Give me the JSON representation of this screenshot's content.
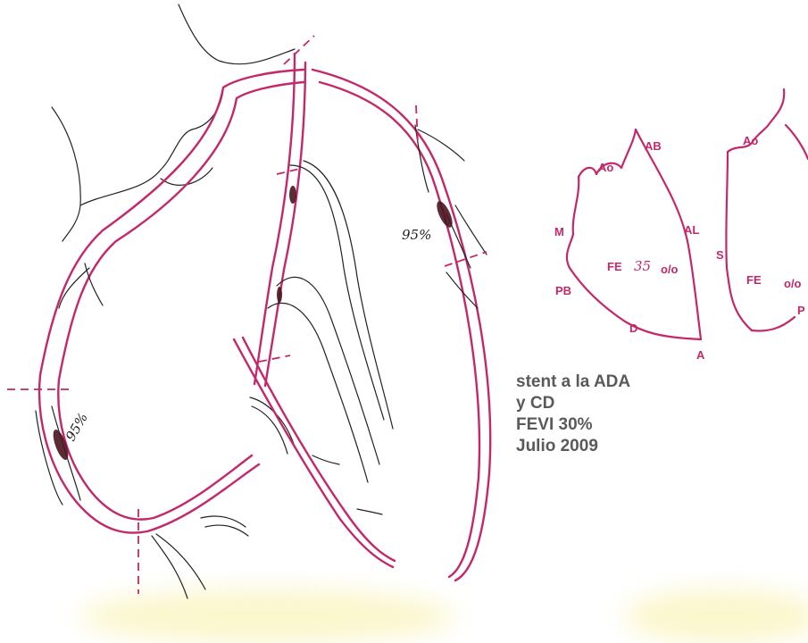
{
  "colors": {
    "vessel": "#c3286a",
    "note_text": "#5a5a5a",
    "ink": "#222222"
  },
  "lesions": [
    {
      "id": "lesion-rca",
      "percent_label": "95%"
    },
    {
      "id": "lesion-lad",
      "percent_label": "95%"
    }
  ],
  "ventriculograms": [
    {
      "id": "rao",
      "segments": [
        "Ao",
        "AB",
        "AL",
        "A",
        "D",
        "PB",
        "M"
      ],
      "fe_label": "FE",
      "fe_value": "35",
      "fe_unit": "o/o"
    },
    {
      "id": "lao",
      "segments": [
        "Ao",
        "S",
        "P"
      ],
      "fe_label": "FE",
      "fe_value": "",
      "fe_unit": "o/o"
    }
  ],
  "note": {
    "line1": "stent a la ADA",
    "line2": "y CD",
    "line3": "FEVI 30%",
    "line4": "Julio 2009"
  }
}
